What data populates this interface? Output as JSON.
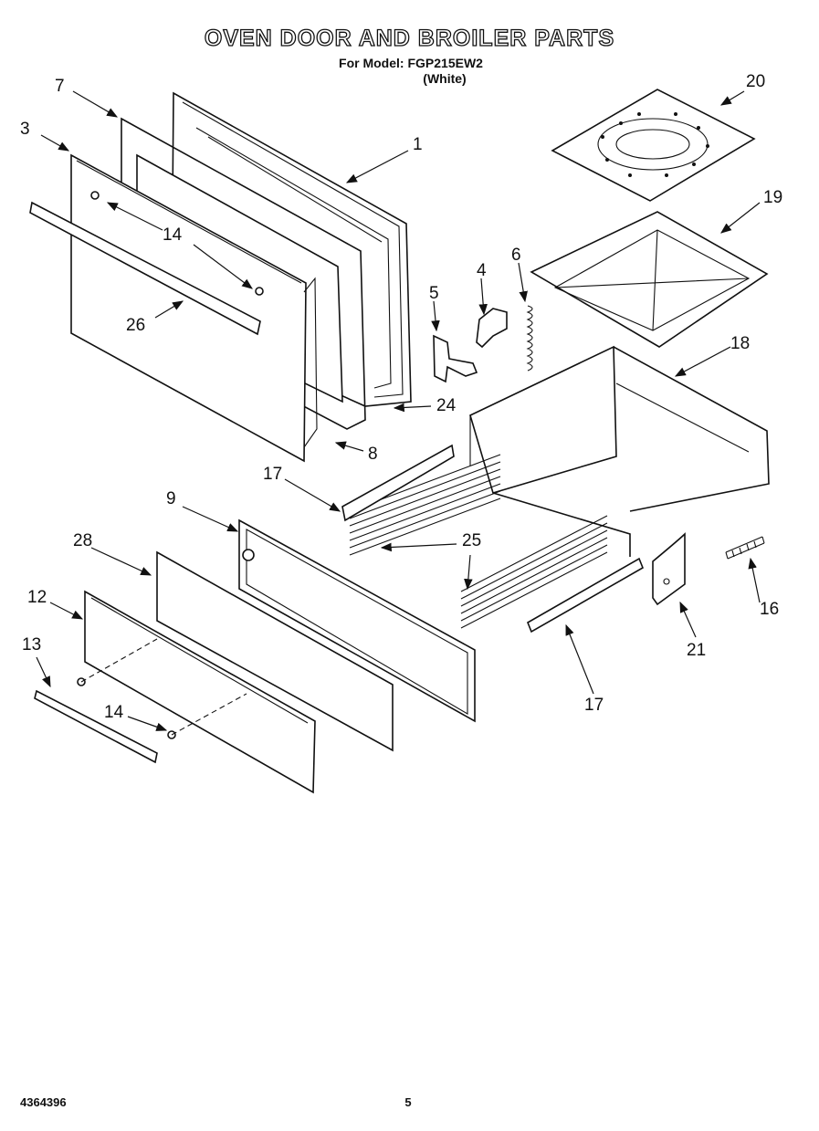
{
  "header": {
    "title": "OVEN DOOR AND BROILER PARTS",
    "model_line": "For Model: FGP215EW2",
    "color_line": "(White)"
  },
  "footer": {
    "doc_number": "4364396",
    "page_number": "5"
  },
  "callouts": {
    "c1": "1",
    "c3": "3",
    "c4": "4",
    "c5": "5",
    "c6": "6",
    "c7": "7",
    "c8": "8",
    "c9": "9",
    "c12": "12",
    "c13": "13",
    "c14a": "14",
    "c14b": "14",
    "c16": "16",
    "c17a": "17",
    "c17b": "17",
    "c18": "18",
    "c19": "19",
    "c20": "20",
    "c21": "21",
    "c24": "24",
    "c25": "25",
    "c26": "26",
    "c28": "28"
  }
}
